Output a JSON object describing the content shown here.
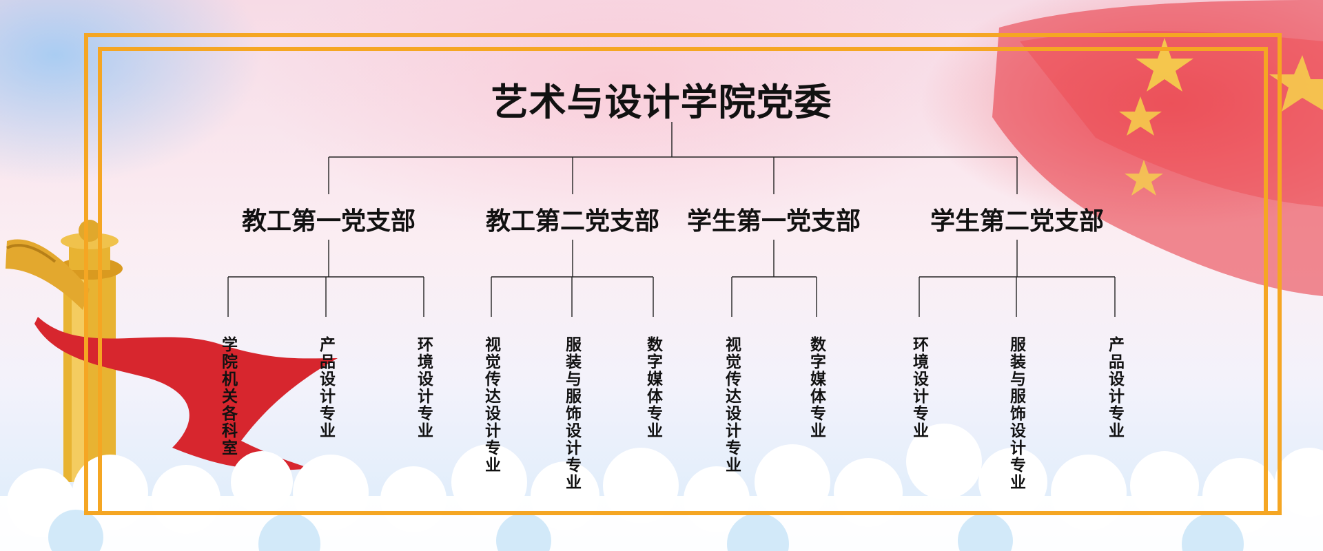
{
  "org_chart": {
    "title": "艺术与设计学院党委",
    "branches": [
      {
        "label": "教工第一党支部",
        "units": [
          "学院机关各科室",
          "产品设计专业",
          "环境设计专业"
        ]
      },
      {
        "label": "教工第二党支部",
        "units": [
          "视觉传达设计专业",
          "服装与服饰设计专业",
          "数字媒体专业"
        ]
      },
      {
        "label": "学生第一党支部",
        "units": [
          "视觉传达设计专业",
          "数字媒体专业"
        ]
      },
      {
        "label": "学生第二党支部",
        "units": [
          "环境设计专业",
          "服装与服饰设计专业",
          "产品设计专业"
        ]
      }
    ]
  },
  "colors": {
    "frame": "#f5a623",
    "line": "#222222",
    "text": "#111111",
    "flag_red": "#e8323c",
    "star_yellow": "#f6d94a",
    "ribbon_red": "#d7262e",
    "pillar_gold": "#e8b332"
  },
  "decorations": {
    "left": "huabiao-pillar-icon",
    "ribbon": "red-ribbon-icon",
    "top_right": "waving-flag-icon",
    "bottom": "cloud-band-icon"
  }
}
